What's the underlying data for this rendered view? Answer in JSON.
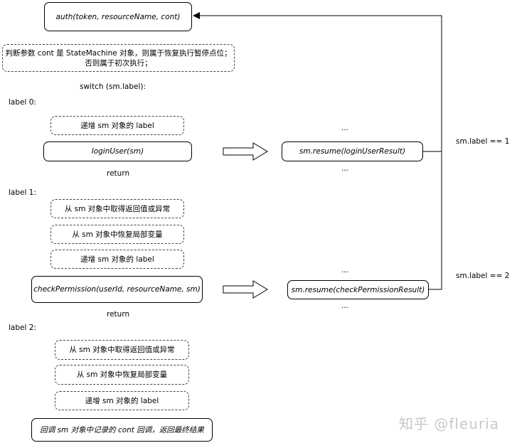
{
  "auth_box": "auth(token, resourceName, cont)",
  "intro_note": {
    "line1": "判断参数 cont 是 StateMachine 对象，则属于恢复执行暂停点位；",
    "line2": "否则属于初次执行；"
  },
  "switch_label": "switch (sm.label):",
  "label0": {
    "title": "label 0:",
    "increment": "递增 sm 对象的 label",
    "call": "loginUser(sm)",
    "return": "return",
    "resume_before": "...",
    "resume": "sm.resume(loginUserResult)",
    "resume_after": "...",
    "condition": "sm.label == 1"
  },
  "label1": {
    "title": "label 1:",
    "fetch": "从 sm 对象中取得返回值或异常",
    "restore": "从 sm 对象中恢复局部变量",
    "increment": "递增 sm 对象的 label",
    "call": "checkPermission(userId, resourceName, sm)",
    "return": "return",
    "resume_before": "...",
    "resume": "sm.resume(checkPermissionResult)",
    "resume_after": "...",
    "condition": "sm.label == 2"
  },
  "label2": {
    "title": "label 2:",
    "fetch": "从 sm 对象中取得返回值或异常",
    "restore": "从 sm 对象中恢复局部变量",
    "increment": "递增 sm 对象的 label",
    "final": "回调 sm 对象中记录的 cont 回调，返回最终结果"
  },
  "watermark": "知乎 @fleuria"
}
